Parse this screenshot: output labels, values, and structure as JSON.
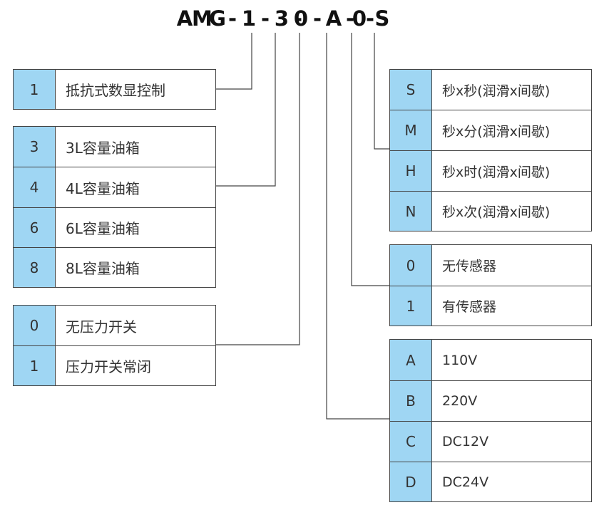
{
  "model_code": {
    "parts": [
      "A",
      "M",
      "G",
      "-",
      "1",
      "-",
      "3",
      "-",
      "0",
      "-",
      "A",
      "-",
      "0",
      "-",
      "S"
    ]
  },
  "groups": {
    "control": {
      "rows": [
        {
          "key": "1",
          "label": "抵抗式数显控制"
        }
      ]
    },
    "tank": {
      "rows": [
        {
          "key": "3",
          "label": "3L容量油箱"
        },
        {
          "key": "4",
          "label": "4L容量油箱"
        },
        {
          "key": "6",
          "label": "6L容量油箱"
        },
        {
          "key": "8",
          "label": "8L容量油箱"
        }
      ]
    },
    "pressure_switch": {
      "rows": [
        {
          "key": "0",
          "label": "无压力开关"
        },
        {
          "key": "1",
          "label": "压力开关常闭"
        }
      ]
    },
    "timing": {
      "rows": [
        {
          "key": "S",
          "label": "秒x秒(润滑x间歇)"
        },
        {
          "key": "M",
          "label": "秒x分(润滑x间歇)"
        },
        {
          "key": "H",
          "label": "秒x时(润滑x间歇)"
        },
        {
          "key": "N",
          "label": "秒x次(润滑x间歇)"
        }
      ]
    },
    "sensor": {
      "rows": [
        {
          "key": "0",
          "label": "无传感器"
        },
        {
          "key": "1",
          "label": "有传感器"
        }
      ]
    },
    "voltage": {
      "rows": [
        {
          "key": "A",
          "label": "110V"
        },
        {
          "key": "B",
          "label": "220V"
        },
        {
          "key": "C",
          "label": "DC12V"
        },
        {
          "key": "D",
          "label": "DC24V"
        }
      ]
    }
  },
  "colors": {
    "key_cell": "#9fd6f3",
    "border": "#444444",
    "text": "#333333"
  }
}
